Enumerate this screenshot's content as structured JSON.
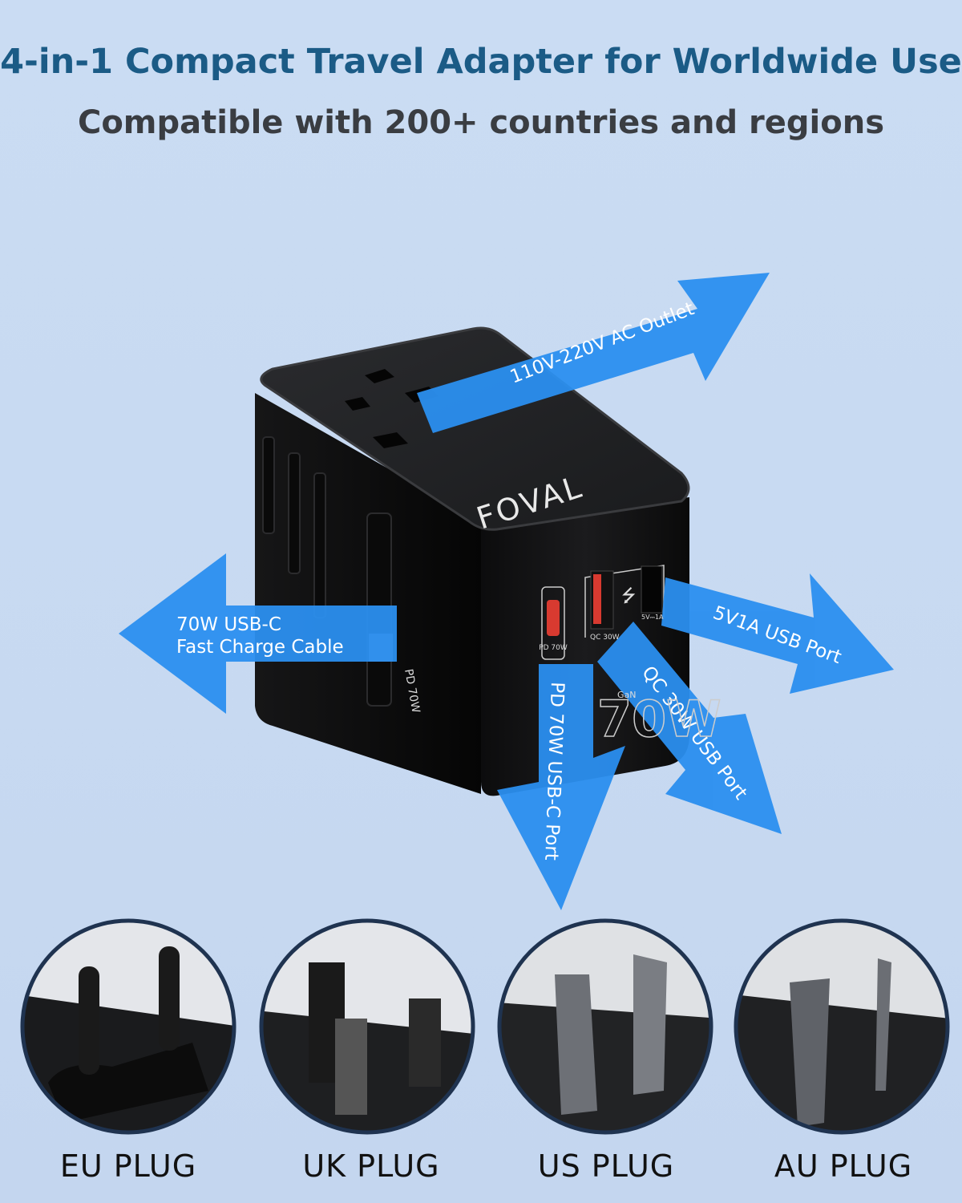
{
  "header": {
    "title": "4-in-1 Compact Travel Adapter for Worldwide Use",
    "subtitle": "Compatible with 200+ countries and regions"
  },
  "product": {
    "brand_logo": "FOVAL",
    "port_labels": {
      "pd": "PD 70W",
      "qc": "QC 30W",
      "usb": "5V⎓1A",
      "cable": "PD 70W",
      "wattage": "70W",
      "gan": "GaN"
    }
  },
  "callouts": {
    "ac_outlet": "110V-220V AC Outlet",
    "cable_line1": "70W USB-C",
    "cable_line2": "Fast Charge Cable",
    "usb_port": "5V1A USB Port",
    "qc_port": "QC 30W USB Port",
    "pd_port": "PD 70W USB-C Port"
  },
  "plugs": [
    {
      "label": "EU PLUG"
    },
    {
      "label": "UK PLUG"
    },
    {
      "label": "US PLUG"
    },
    {
      "label": "AU PLUG"
    }
  ],
  "colors": {
    "title": "#1b5b86",
    "arrow": "#2b8fef",
    "device": "#111111",
    "background": "#cadcf3",
    "circle_border": "#1f3350"
  }
}
